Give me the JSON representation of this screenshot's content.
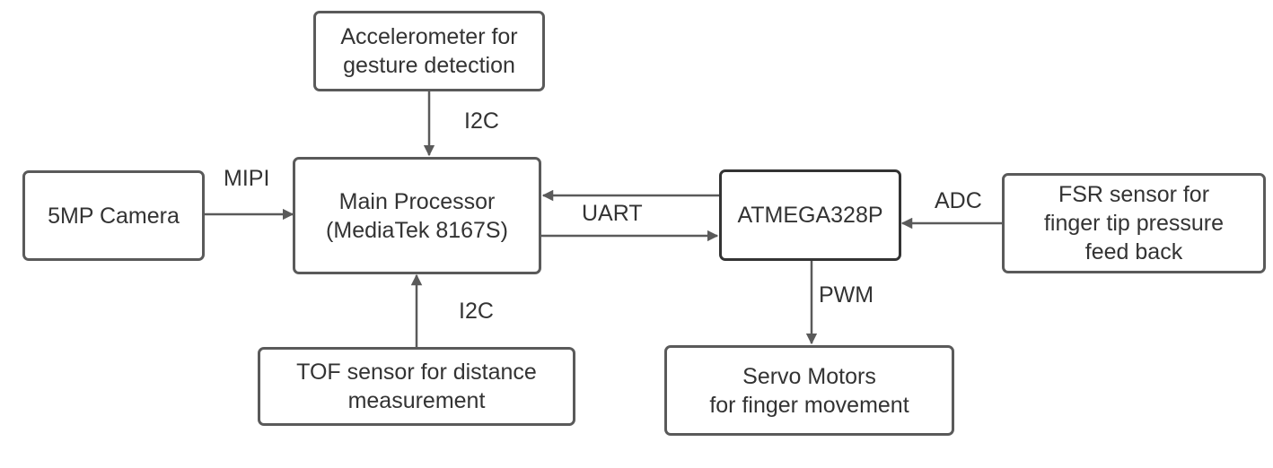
{
  "colors": {
    "box_border": "#5a5a5a",
    "box_border_emphasis": "#333333",
    "arrow": "#5a5a5a",
    "text": "#333333"
  },
  "blocks": {
    "accelerometer": [
      "Accelerometer for",
      "gesture detection"
    ],
    "camera": [
      "5MP Camera"
    ],
    "main_processor": [
      "Main Processor",
      "(MediaTek 8167S)"
    ],
    "atmega": [
      "ATMEGA328P"
    ],
    "fsr_sensor": [
      "FSR sensor for",
      "finger tip pressure",
      "feed back"
    ],
    "tof_sensor": [
      "TOF sensor for distance",
      "measurement"
    ],
    "servo_motors": [
      "Servo Motors",
      "for finger movement"
    ]
  },
  "connections": {
    "accelerometer_to_processor": "I2C",
    "camera_to_processor": "MIPI",
    "processor_atmega": "UART",
    "fsr_to_atmega": "ADC",
    "tof_to_processor": "I2C",
    "atmega_to_servo": "PWM"
  }
}
